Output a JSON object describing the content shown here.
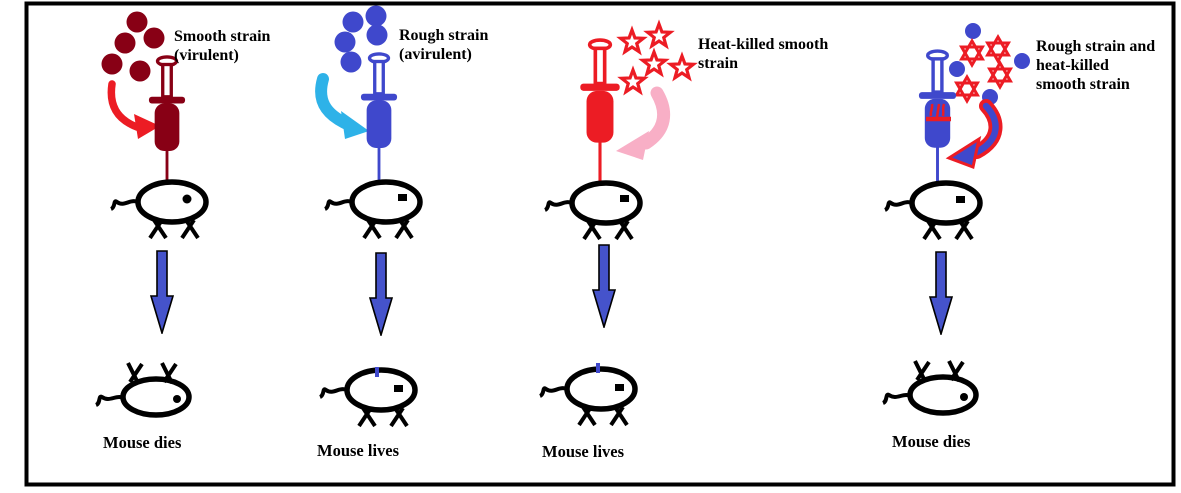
{
  "colors": {
    "dark_red": "#880015",
    "red": "#EC1C24",
    "blue": "#3F48CC",
    "cyan": "#2EB2E8",
    "pink": "#F8AFC6",
    "down_arrow_blue": "#4553CB",
    "black": "#000000",
    "white": "#FFFFFF"
  },
  "down_arrow": {
    "color": "#4553CB",
    "outline": "#000000"
  },
  "columns": [
    {
      "id": "smooth-strain-virulent",
      "label_lines": [
        "Smooth strain",
        "(virulent)"
      ],
      "particle_icon": "filled-circle",
      "particle_count": 5,
      "particle_color": "#880015",
      "syringe_color": "#880015",
      "inject_arrow_color": "#EC1C24",
      "result": "Mouse dies",
      "outcome": "dead"
    },
    {
      "id": "rough-strain-avirulent",
      "label_lines": [
        "Rough strain",
        "(avirulent)"
      ],
      "particle_icon": "filled-circle",
      "particle_count": 5,
      "particle_color": "#3F48CC",
      "syringe_color": "#3F48CC",
      "inject_arrow_color": "#2EB2E8",
      "result": "Mouse lives",
      "outcome": "alive"
    },
    {
      "id": "heat-killed-smooth-strain",
      "label_lines": [
        "Heat-killed smooth",
        "strain"
      ],
      "particle_icon": "open-star-5",
      "particle_count": 5,
      "particle_color": "#EC1C24",
      "syringe_color": "#EC1C24",
      "inject_arrow_color": "#F8AFC6",
      "result": "Mouse lives",
      "outcome": "alive"
    },
    {
      "id": "rough-plus-heat-killed-smooth",
      "label_lines": [
        "Rough strain and",
        "heat-killed",
        "smooth strain"
      ],
      "particle_icon": "filled-circle + open-star-6",
      "particle_count": 8,
      "particle_color": "#3F48CC",
      "star_color": "#EC1C24",
      "syringe_color": "#3F48CC",
      "syringe_content_color": "#EC1C24",
      "inject_arrow_color": "#EC1C24",
      "inject_arrow_fill": "#3F48CC",
      "result": "Mouse dies",
      "outcome": "dead"
    }
  ]
}
